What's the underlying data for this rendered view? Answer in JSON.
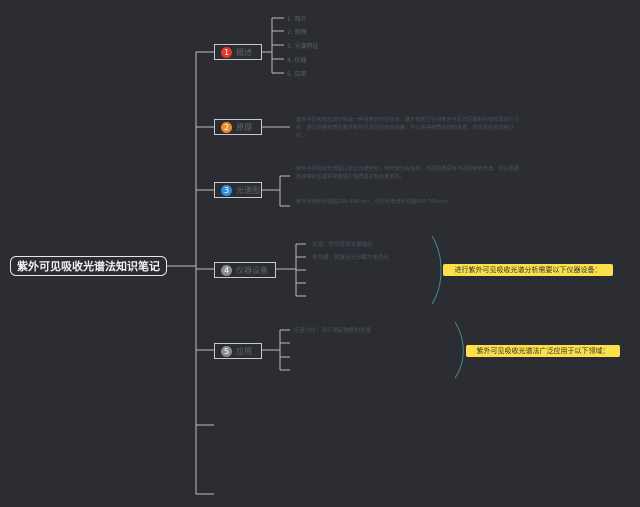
{
  "root": {
    "title": "紫外可见吸收光谱法知识笔记"
  },
  "topics": [
    {
      "number": "1",
      "label": "概述",
      "color": "#e23b2e"
    },
    {
      "number": "2",
      "label": "原理",
      "color": "#f08a24"
    },
    {
      "number": "3",
      "label": "光谱图",
      "color": "#2f8ee0"
    },
    {
      "number": "4",
      "label": "仪器设备",
      "color": "#8a8d93"
    },
    {
      "number": "5",
      "label": "应用",
      "color": "#8a8d93"
    }
  ],
  "overview_items": [
    "1. 简介",
    "2. 原理",
    "3. 光谱特征",
    "4. 仪器",
    "5. 应用"
  ],
  "principle_text": "紫外可见吸收光谱分析是一种常用的分析技术，基于物质分子对紫外可见光区辐射的吸收而进行分析。通过测量物质在紫外和可见光区的吸收程度，可以获得物质的结构信息，实现定性和定量分析。",
  "spectrum_text_1": "紫外可见吸收光谱图以波长为横坐标，吸光度为纵坐标。不同物质具有不同的吸收光谱，可以根据吸收峰的位置和强度进行物质鉴定和含量测定。",
  "spectrum_text_2": "紫外光谱波长范围200-400 nm，可见光谱波长范围400-760 nm。",
  "instrument_items": [
    "光源：提供连续光谱辐射",
    "单色器：将复合光分解为单色光"
  ],
  "instrument_note": "进行紫外可见吸收光谱分析需要以下仪器设备：",
  "application_items": [
    "定量分析：用于测定物质的含量"
  ],
  "application_note": "紫外可见吸收光谱法广泛应用于以下领域："
}
